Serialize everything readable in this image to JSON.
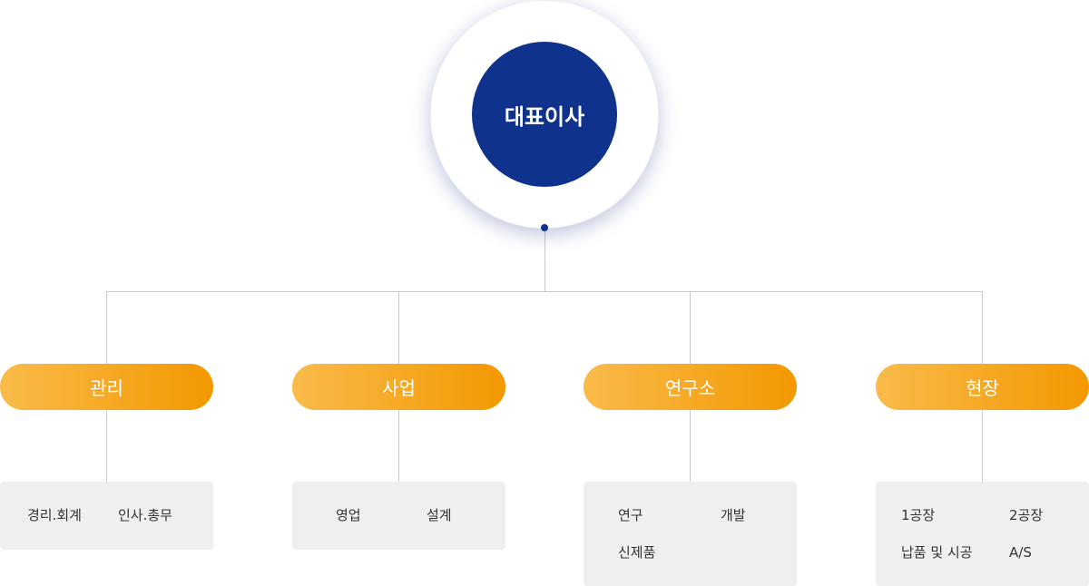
{
  "ceo": {
    "label": "대표이사"
  },
  "departments": [
    {
      "label": "관리",
      "units": [
        "경리.회계",
        "인사.총무"
      ]
    },
    {
      "label": "사업",
      "units": [
        "영업",
        "설계"
      ]
    },
    {
      "label": "연구소",
      "units": [
        "연구",
        "개발",
        "신제품"
      ]
    },
    {
      "label": "현장",
      "units": [
        "1공장",
        "2공장",
        "납품 및 시공",
        "A/S"
      ]
    }
  ],
  "colors": {
    "ceo_fill": "#0f338c",
    "dept_gradient_start": "#f9bb4a",
    "dept_gradient_end": "#f39800",
    "unit_box": "#efefef",
    "connector": "#c9c9c9"
  }
}
